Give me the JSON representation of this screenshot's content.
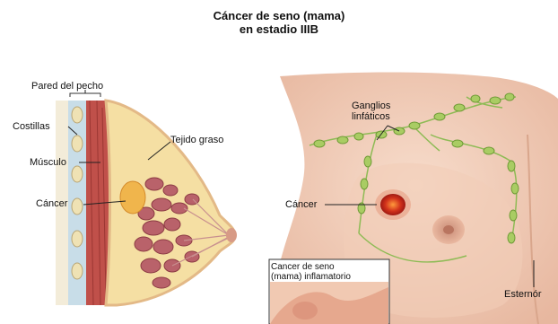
{
  "title_line1": "Cáncer de seno (mama)",
  "title_line2": "en estadio IIIB",
  "labels": {
    "pared": "Pared del pecho",
    "costillas": "Costillas",
    "musculo": "Músculo",
    "tejido": "Tejido graso",
    "cancer_left": "Cáncer",
    "ganglios_1": "Ganglios",
    "ganglios_2": "linfáticos",
    "cancer_right": "Cáncer",
    "esternon": "Esternór"
  },
  "inset": {
    "line1": "Cancer de seno",
    "line2": "(mama) inflamatorio"
  }
}
